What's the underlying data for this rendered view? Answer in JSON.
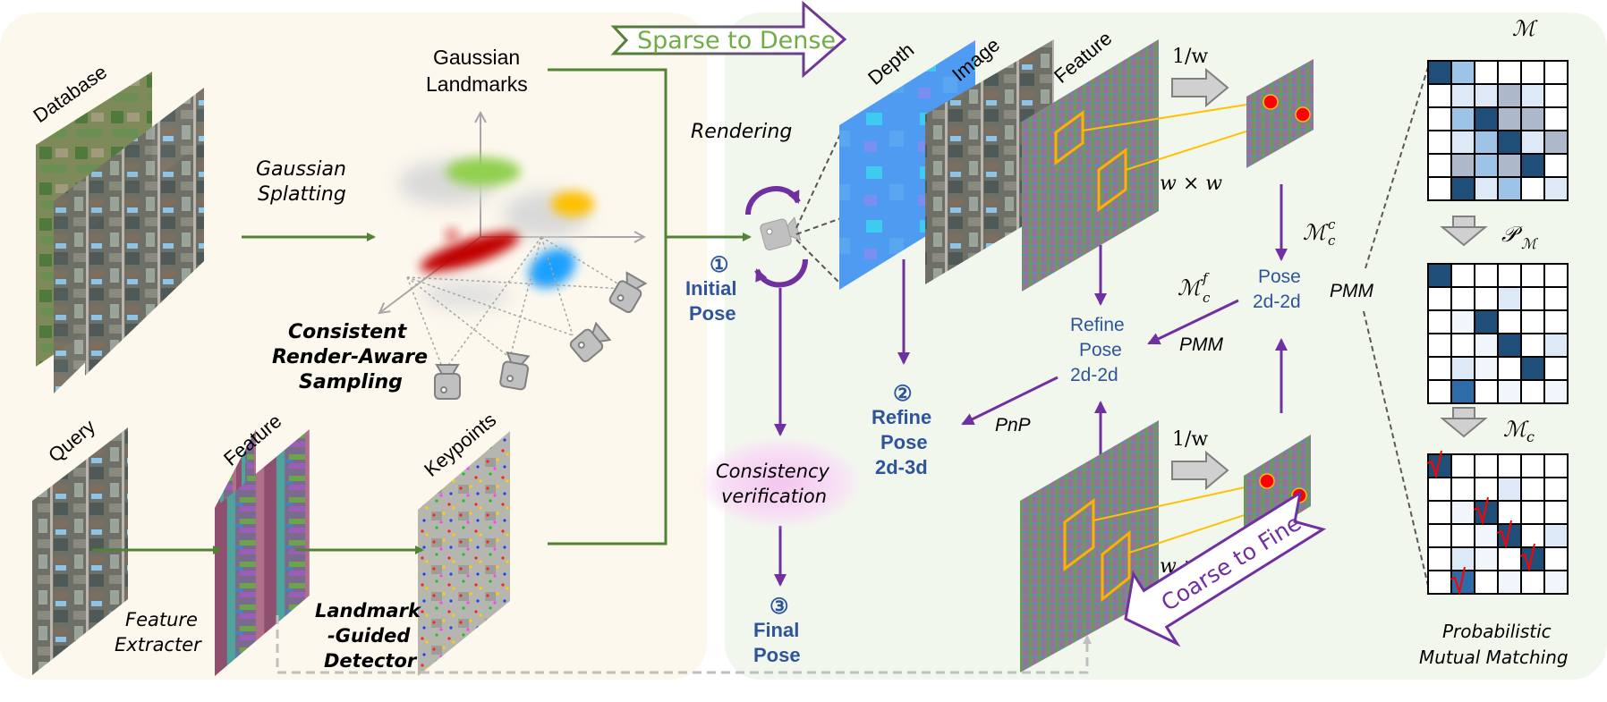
{
  "colors": {
    "left_panel_bg": "#fdf8ee",
    "right_panel_bg": "#f2f7ee",
    "green_arrow": "#548235",
    "purple_arrow": "#7030a0",
    "pose_text": "#2e5597",
    "matrix_levels": [
      "#ffffff",
      "#f0f6fb",
      "#dde9f6",
      "#9dc3e6",
      "#adb9ca",
      "#2e6ca8",
      "#1f4e79"
    ],
    "keypoint_dot": "#ff0000",
    "window_box": "#ffb000"
  },
  "banners": {
    "sparse_to_dense": "Sparse to Dense",
    "coarse_to_fine": "Coarse to Fine"
  },
  "left_panel": {
    "database_label": "Database",
    "gaussian_splatting_label": [
      "Gaussian",
      "Splatting"
    ],
    "gaussian_landmarks_label": [
      "Gaussian",
      "Landmarks"
    ],
    "sampling_label": [
      "Consistent",
      "Render-Aware",
      "Sampling"
    ],
    "query_label": "Query",
    "feature_label": "Feature",
    "keypoints_label": "Keypoints",
    "feature_extracter_label": [
      "Feature",
      "Extracter"
    ],
    "detector_label": [
      "Landmark",
      "-Guided",
      "Detector"
    ]
  },
  "right_panel": {
    "rendering_label": "Rendering",
    "initial_pose": {
      "number": "①",
      "lines": [
        "Initial",
        "Pose"
      ]
    },
    "refine_pose_3d": {
      "number": "②",
      "lines": [
        "Refine",
        "Pose",
        "2d-3d"
      ]
    },
    "final_pose": {
      "number": "③",
      "lines": [
        "Final",
        "Pose"
      ]
    },
    "consistency_label": [
      "Consistency",
      "verification"
    ],
    "depth_label": "Depth",
    "image_label": "Image",
    "feature_label": "Feature",
    "downsample_top": "1/w",
    "downsample_bottom": "1/w",
    "window_top": "w × w",
    "window_bottom": "w × w",
    "pose_2d2d": [
      "Pose",
      "2d-2d"
    ],
    "refine_pose_2d2d": [
      "Refine",
      "Pose",
      "2d-2d"
    ],
    "m_coarse": {
      "base": "ℳ",
      "sup": "c",
      "sub": "c"
    },
    "m_fine": {
      "base": "ℳ",
      "sup": "f",
      "sub": "c"
    },
    "pmm_fine_label": "PMM",
    "pmm_side_label": "PMM",
    "pnp_label": "PnP"
  },
  "pmm": {
    "matrix_m_label": "ℳ",
    "matrix_p_label": "𝒫",
    "matrix_p_sub": "ℳ",
    "matrix_mc_label": "ℳ",
    "matrix_mc_sub": "c",
    "title": [
      "Probabilistic",
      "Mutual Matching"
    ],
    "matrix_m": [
      [
        6,
        3,
        0,
        0,
        0,
        0
      ],
      [
        0,
        2,
        2,
        4,
        2,
        0
      ],
      [
        0,
        3,
        6,
        4,
        4,
        0
      ],
      [
        0,
        2,
        3,
        6,
        2,
        4
      ],
      [
        0,
        4,
        3,
        4,
        6,
        0
      ],
      [
        0,
        6,
        2,
        3,
        0,
        2
      ]
    ],
    "matrix_p": [
      [
        6,
        0,
        0,
        0,
        0,
        0
      ],
      [
        0,
        0,
        0,
        2,
        0,
        0
      ],
      [
        0,
        1,
        6,
        0,
        0,
        0
      ],
      [
        0,
        0,
        1,
        6,
        0,
        2
      ],
      [
        0,
        2,
        1,
        0,
        6,
        0
      ],
      [
        0,
        5,
        0,
        1,
        0,
        1
      ]
    ],
    "matrix_mc": [
      [
        6,
        0,
        0,
        0,
        0,
        0
      ],
      [
        0,
        0,
        0,
        2,
        0,
        0
      ],
      [
        0,
        1,
        6,
        0,
        0,
        0
      ],
      [
        0,
        0,
        1,
        6,
        0,
        2
      ],
      [
        0,
        2,
        1,
        0,
        6,
        0
      ],
      [
        0,
        5,
        0,
        1,
        0,
        1
      ]
    ],
    "checked_cells": [
      [
        0,
        0
      ],
      [
        2,
        2
      ],
      [
        3,
        3
      ],
      [
        4,
        4
      ],
      [
        5,
        1
      ]
    ]
  }
}
